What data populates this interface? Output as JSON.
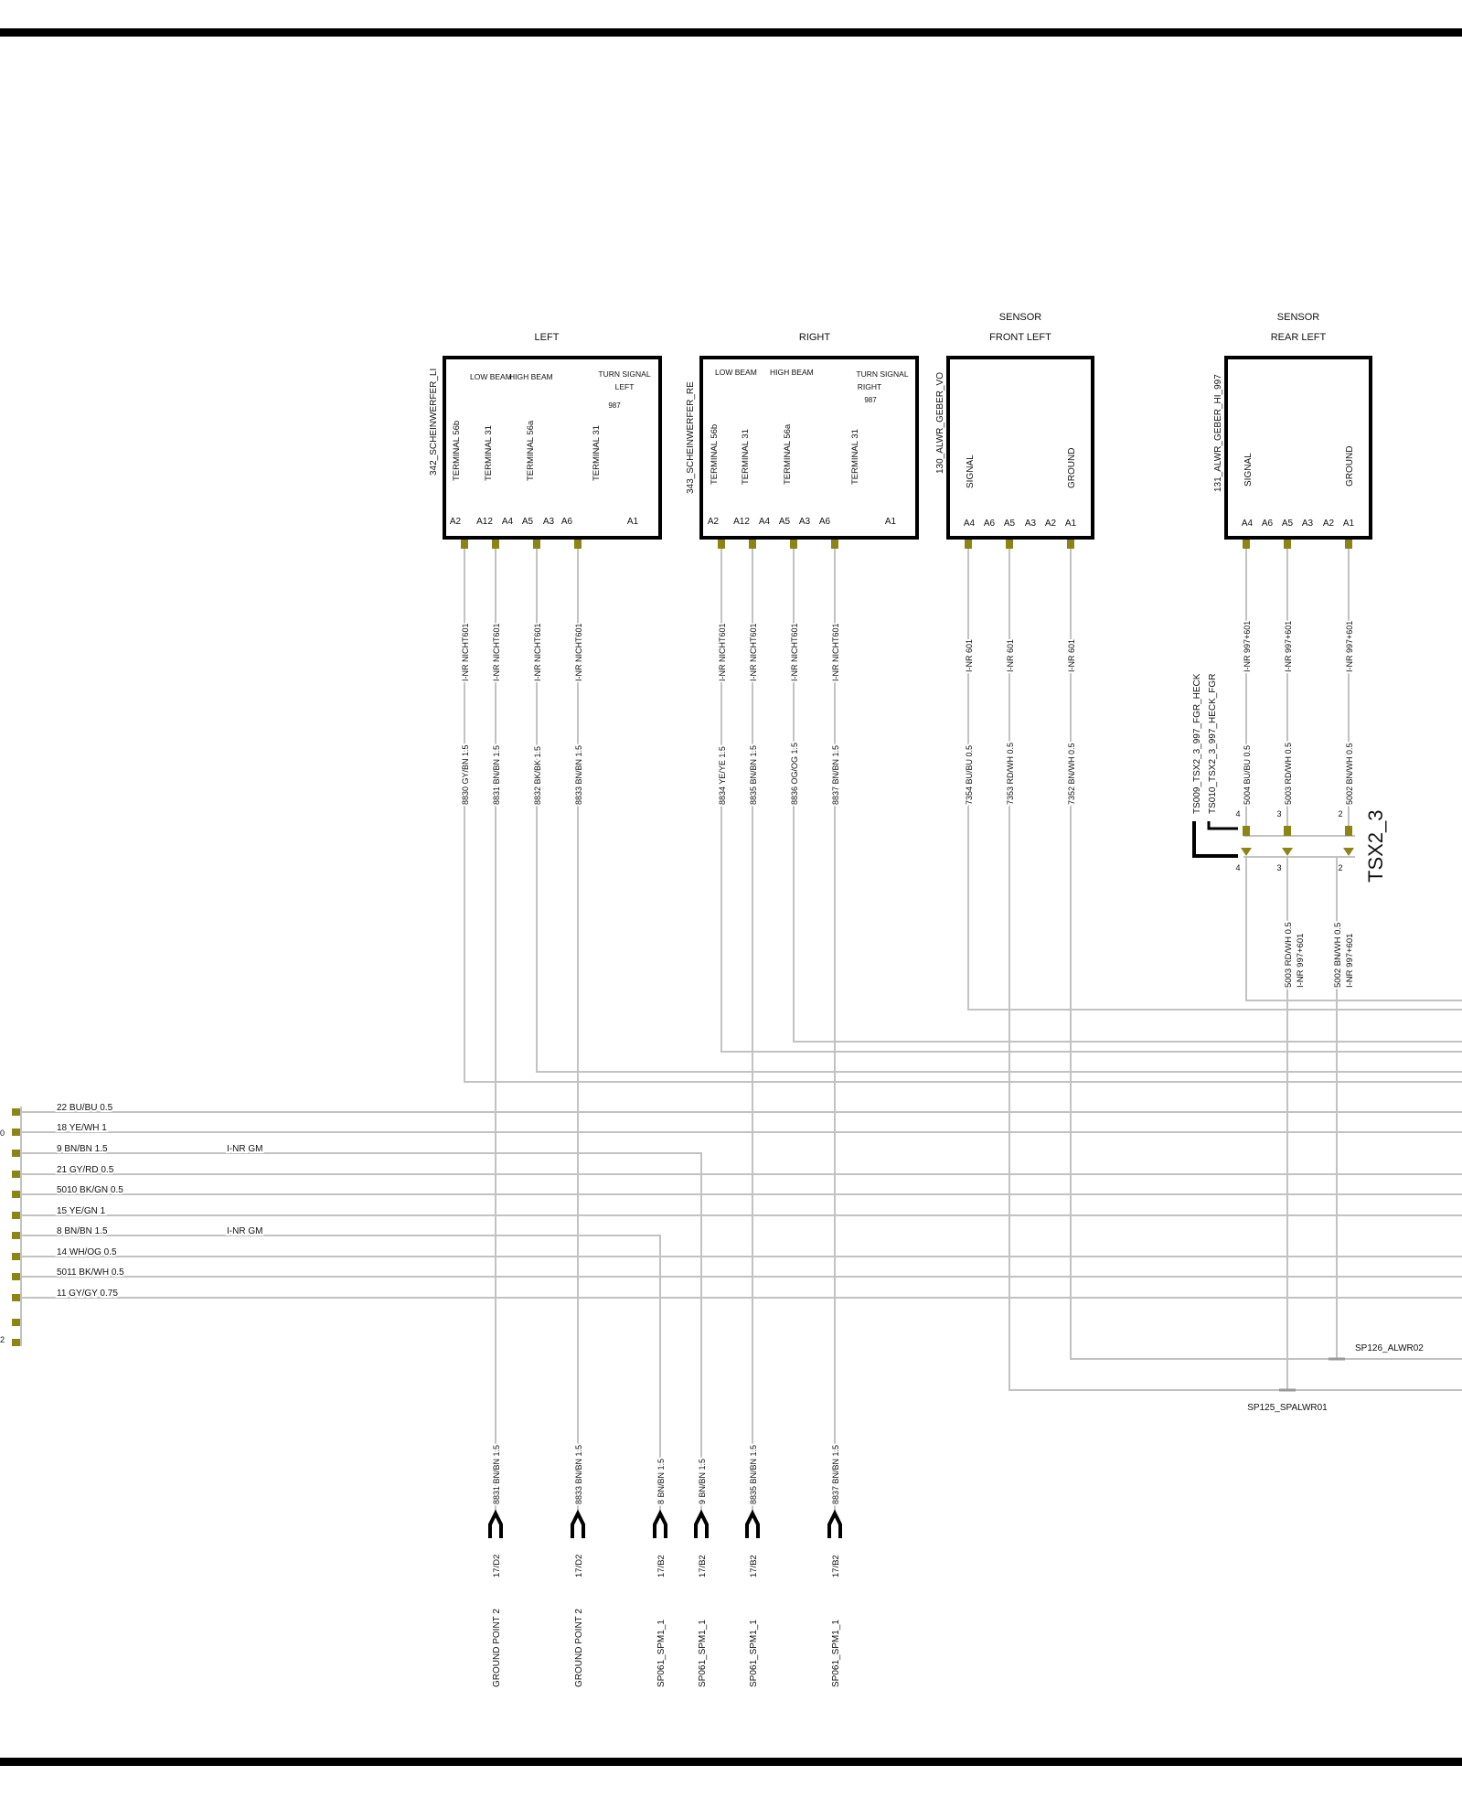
{
  "colors": {
    "frame": "#000000",
    "wire": "#c2c2c2",
    "pin": "#8b8516",
    "text": "#111111"
  },
  "components": [
    {
      "id": "342",
      "header": [
        "LEFT"
      ],
      "label": "342_SCHEINWERFER_LI",
      "functions": [
        "LOW BEAM",
        "HIGH BEAM",
        "TURN SIGNAL",
        "LEFT",
        "987"
      ],
      "terminals": [
        "TERMINAL 56b",
        "TERMINAL 31",
        "TERMINAL 56a",
        "TERMINAL 31"
      ],
      "pins": [
        "A2",
        "A12",
        "A4",
        "A5",
        "A3",
        "A6",
        "A1"
      ]
    },
    {
      "id": "343",
      "header": [
        "RIGHT"
      ],
      "label": "343_SCHEINWERFER_RE",
      "functions": [
        "LOW BEAM",
        "HIGH BEAM",
        "TURN SIGNAL",
        "RIGHT",
        "987"
      ],
      "terminals": [
        "TERMINAL 56b",
        "TERMINAL 31",
        "TERMINAL 56a",
        "TERMINAL 31"
      ],
      "pins": [
        "A2",
        "A12",
        "A4",
        "A5",
        "A3",
        "A6",
        "A1"
      ]
    },
    {
      "id": "130",
      "header": [
        "SENSOR",
        "FRONT LEFT"
      ],
      "label": "130_ALWR_GEBER_VO",
      "terminals": [
        "SIGNAL",
        "GROUND"
      ],
      "pins": [
        "A4",
        "A6",
        "A5",
        "A3",
        "A2",
        "A1"
      ]
    },
    {
      "id": "131",
      "header": [
        "SENSOR",
        "REAR LEFT"
      ],
      "label": "131_ALWR_GEBER_HI_997",
      "terminals": [
        "SIGNAL",
        "GROUND"
      ],
      "pins": [
        "A4",
        "A6",
        "A5",
        "A3",
        "A2",
        "A1"
      ]
    }
  ],
  "wires_vertical": [
    {
      "net": "I-NR NICHT601",
      "wire": "8830 GY/BN 1.5"
    },
    {
      "net": "I-NR NICHT601",
      "wire": "8831 BN/BN 1.5"
    },
    {
      "net": "I-NR NICHT601",
      "wire": "8832 BK/BK 1.5"
    },
    {
      "net": "I-NR NICHT601",
      "wire": "8833 BN/BN 1.5"
    },
    {
      "net": "I-NR NICHT601",
      "wire": "8834 YE/YE 1.5"
    },
    {
      "net": "I-NR NICHT601",
      "wire": "8835 BN/BN 1.5"
    },
    {
      "net": "I-NR NICHT601",
      "wire": "8836 OG/OG 1.5"
    },
    {
      "net": "I-NR NICHT601",
      "wire": "8837 BN/BN 1.5"
    },
    {
      "net": "I-NR 601",
      "wire": "7354 BU/BU 0.5"
    },
    {
      "net": "I-NR 601",
      "wire": "7353 RD/WH 0.5"
    },
    {
      "net": "I-NR 601",
      "wire": "7352 BN/WH 0.5"
    },
    {
      "net": "I-NR 997+601",
      "wire": "5004 BU/BU 0.5"
    },
    {
      "net": "I-NR 997+601",
      "wire": "5003 RD/WH 0.5"
    },
    {
      "net": "I-NR 997+601",
      "wire": "5002 BN/WH 0.5"
    }
  ],
  "connector": {
    "name": "TSX2_3",
    "splices": [
      "TS009_TSX2_3_997_FGR_HECK",
      "TS010_TSX2_3_997_HECK_FGR"
    ],
    "pins_top": [
      "4",
      "3",
      "2"
    ],
    "pins_bottom": [
      "4",
      "3",
      "2"
    ],
    "out_wires": [
      {
        "wire": "5003 RD/WH 0.5",
        "net": "I-NR 997+601"
      },
      {
        "wire": "5002 BN/WH 0.5",
        "net": "I-NR 997+601"
      }
    ]
  },
  "left_bus": [
    {
      "wire": "22 BU/BU 0.5",
      "net": ""
    },
    {
      "wire": "18 YE/WH 1",
      "net": ""
    },
    {
      "wire": "9 BN/BN 1.5",
      "net": "I-NR GM"
    },
    {
      "wire": "21 GY/RD 0.5",
      "net": ""
    },
    {
      "wire": "5010 BK/GN 0.5",
      "net": ""
    },
    {
      "wire": "15 YE/GN 1",
      "net": ""
    },
    {
      "wire": "8 BN/BN 1.5",
      "net": "I-NR GM"
    },
    {
      "wire": "14 WH/OG 0.5",
      "net": ""
    },
    {
      "wire": "5011 BK/WH 0.5",
      "net": ""
    },
    {
      "wire": "11 GY/GY 0.75",
      "net": ""
    }
  ],
  "left_edge_fragments": [
    "0",
    "2"
  ],
  "splice_points": [
    "SP126_ALWR02",
    "SP125_SPALWR01"
  ],
  "grounds": [
    {
      "wire": "8831 BN/BN 1.5",
      "ref": "17/D2",
      "target": "GROUND POINT 2"
    },
    {
      "wire": "8833 BN/BN 1.5",
      "ref": "17/D2",
      "target": "GROUND POINT 2"
    },
    {
      "wire": "8 BN/BN 1.5",
      "ref": "17/B2",
      "target": "SP061_SPM1_1"
    },
    {
      "wire": "9 BN/BN 1.5",
      "ref": "17/B2",
      "target": "SP061_SPM1_1"
    },
    {
      "wire": "8835 BN/BN 1.5",
      "ref": "17/B2",
      "target": "SP061_SPM1_1"
    },
    {
      "wire": "8837 BN/BN 1.5",
      "ref": "17/B2",
      "target": "SP061_SPM1_1"
    }
  ]
}
